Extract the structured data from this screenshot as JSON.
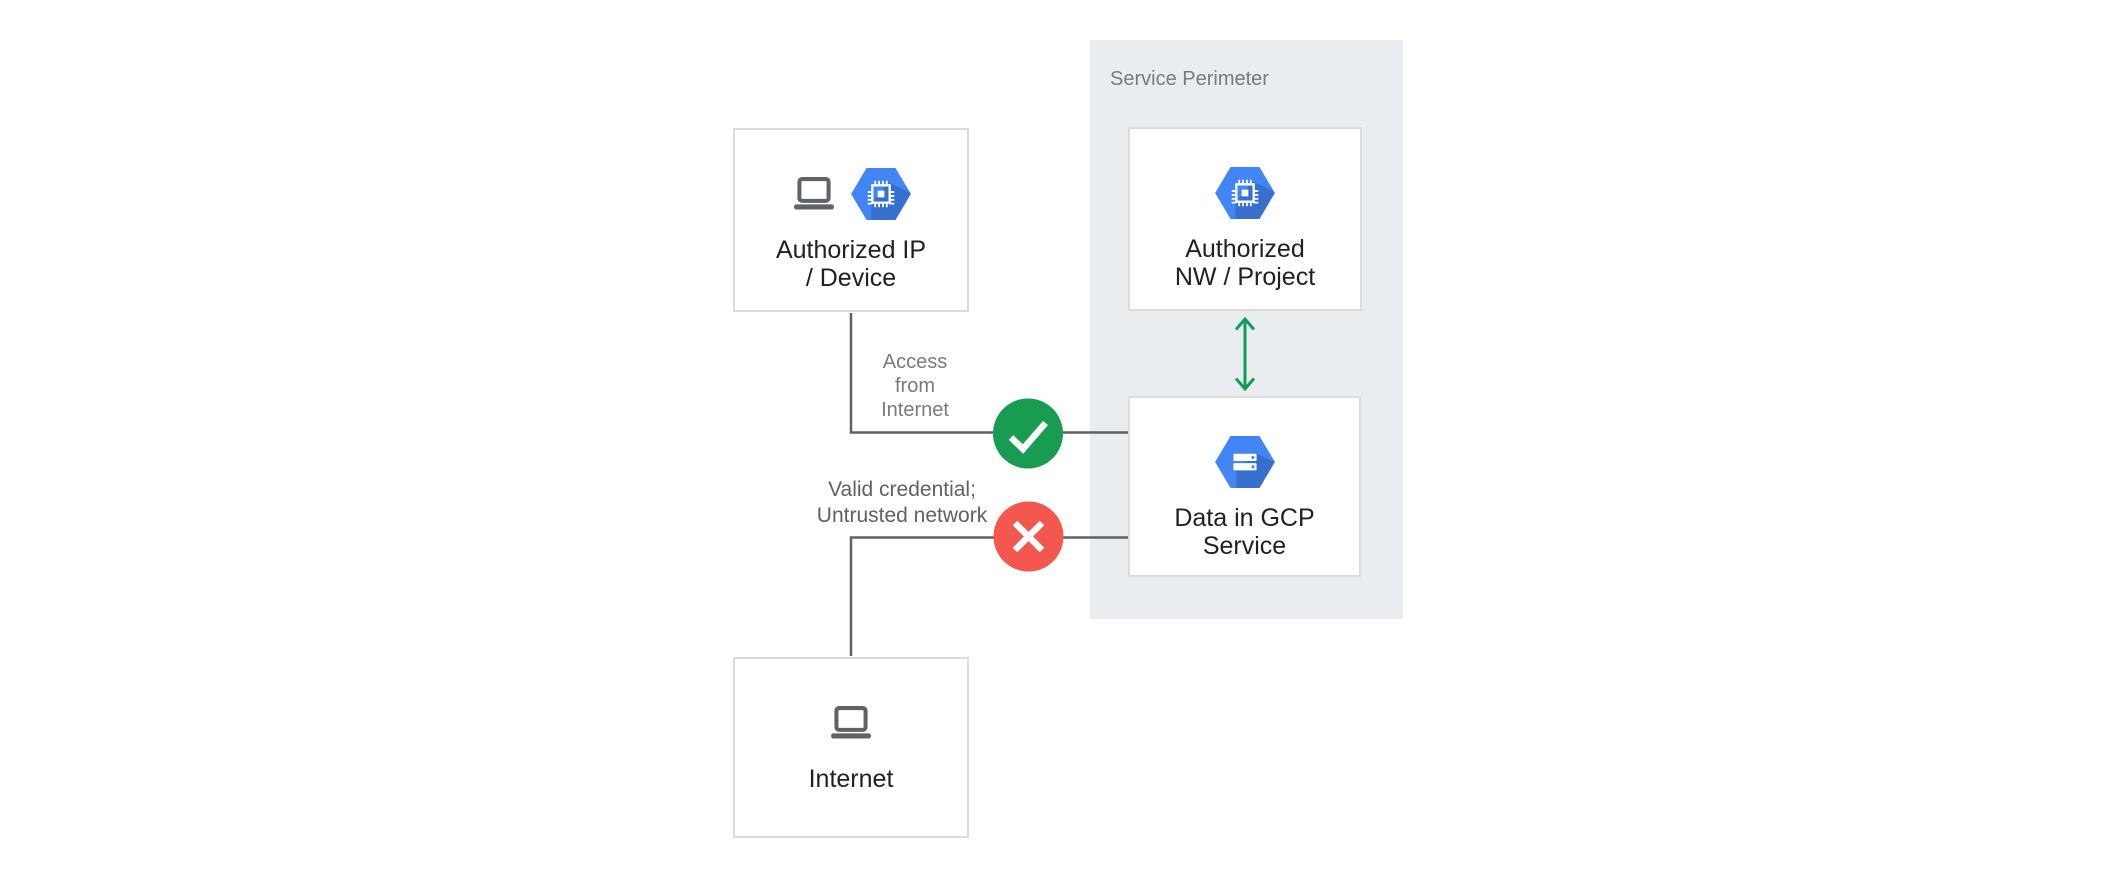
{
  "diagram": {
    "perimeter": {
      "label": "Service Perimeter"
    },
    "nodes": [
      {
        "id": "authorized-ip-device",
        "label": "Authorized IP\n/ Device"
      },
      {
        "id": "authorized-nw-project",
        "label": "Authorized\nNW / Project"
      },
      {
        "id": "data-in-gcp-service",
        "label": "Data in GCP\nService"
      },
      {
        "id": "internet",
        "label": "Internet"
      }
    ],
    "edge_labels": {
      "allowed": "Access\nfrom\nInternet",
      "denied": "Valid credential;\nUntrusted network"
    },
    "colors": {
      "perimeter_bg": "#E9EDEF",
      "node_text": "#212121",
      "muted_text": "#7A7A7A",
      "denied_text": "#616161",
      "line": "#5F6164",
      "gcp_blue": "#4285F4",
      "icon_gray": "#5F6368",
      "allow_green": "#179C52",
      "deny_red": "#F4574D",
      "arrow_green": "#0F9D58"
    }
  }
}
